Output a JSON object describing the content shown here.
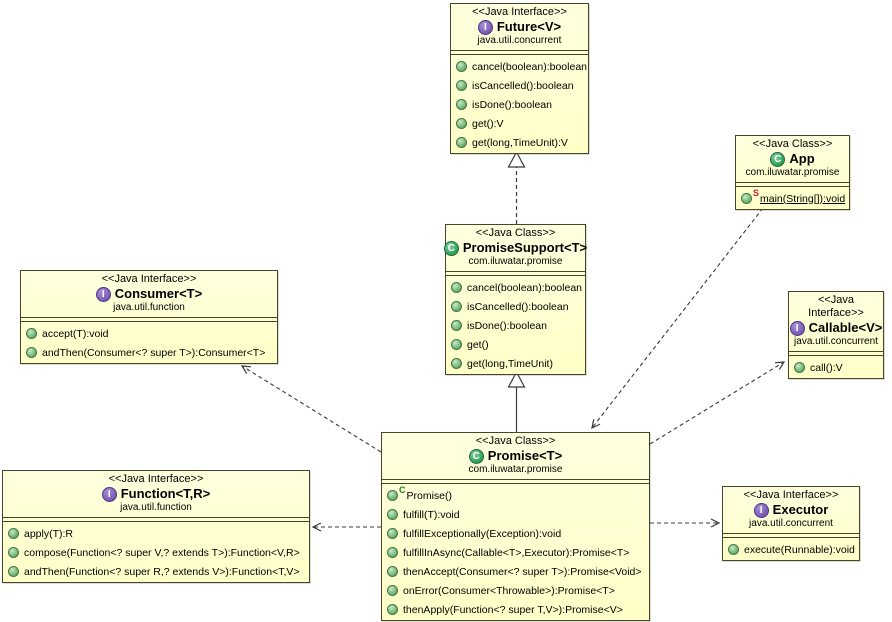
{
  "classes": {
    "future": {
      "stereotype": "<<Java Interface>>",
      "icon": "I",
      "name": "Future<V>",
      "package": "java.util.concurrent",
      "methods": [
        {
          "label": "cancel(boolean):boolean"
        },
        {
          "label": "isCancelled():boolean"
        },
        {
          "label": "isDone():boolean"
        },
        {
          "label": "get():V"
        },
        {
          "label": "get(long,TimeUnit):V"
        }
      ]
    },
    "app": {
      "stereotype": "<<Java Class>>",
      "icon": "C",
      "name": "App",
      "package": "com.iluwatar.promise",
      "methods": [
        {
          "label": "main(String[]):void",
          "sup": "S",
          "modifier": "static"
        }
      ]
    },
    "promise_support": {
      "stereotype": "<<Java Class>>",
      "icon": "C",
      "name": "PromiseSupport<T>",
      "package": "com.iluwatar.promise",
      "methods": [
        {
          "label": "cancel(boolean):boolean"
        },
        {
          "label": "isCancelled():boolean"
        },
        {
          "label": "isDone():boolean"
        },
        {
          "label": "get()"
        },
        {
          "label": "get(long,TimeUnit)"
        }
      ]
    },
    "consumer": {
      "stereotype": "<<Java Interface>>",
      "icon": "I",
      "name": "Consumer<T>",
      "package": "java.util.function",
      "methods": [
        {
          "label": "accept(T):void"
        },
        {
          "label": "andThen(Consumer<? super T>):Consumer<T>"
        }
      ]
    },
    "callable": {
      "stereotype": "<<Java Interface>>",
      "icon": "I",
      "name": "Callable<V>",
      "package": "java.util.concurrent",
      "methods": [
        {
          "label": "call():V"
        }
      ]
    },
    "promise": {
      "stereotype": "<<Java Class>>",
      "icon": "C",
      "name": "Promise<T>",
      "package": "com.iluwatar.promise",
      "methods": [
        {
          "label": "Promise()",
          "sup": "C",
          "modifier": "constructor"
        },
        {
          "label": "fulfill(T):void"
        },
        {
          "label": "fulfillExceptionally(Exception):void"
        },
        {
          "label": "fulfillInAsync(Callable<T>,Executor):Promise<T>"
        },
        {
          "label": "thenAccept(Consumer<? super T>):Promise<Void>"
        },
        {
          "label": "onError(Consumer<Throwable>):Promise<T>"
        },
        {
          "label": "thenApply(Function<? super T,V>):Promise<V>"
        }
      ]
    },
    "function": {
      "stereotype": "<<Java Interface>>",
      "icon": "I",
      "name": "Function<T,R>",
      "package": "java.util.function",
      "methods": [
        {
          "label": "apply(T):R"
        },
        {
          "label": "compose(Function<? super V,? extends T>):Function<V,R>"
        },
        {
          "label": "andThen(Function<? super R,? extends V>):Function<T,V>"
        }
      ]
    },
    "executor": {
      "stereotype": "<<Java Interface>>",
      "icon": "I",
      "name": "Executor",
      "package": "java.util.concurrent",
      "methods": [
        {
          "label": "execute(Runnable):void"
        }
      ]
    }
  },
  "relationships": [
    {
      "from": "PromiseSupport<T>",
      "to": "Future<V>",
      "type": "realization"
    },
    {
      "from": "Promise<T>",
      "to": "PromiseSupport<T>",
      "type": "generalization"
    },
    {
      "from": "Promise<T>",
      "to": "Consumer<T>",
      "type": "dependency"
    },
    {
      "from": "Promise<T>",
      "to": "Callable<V>",
      "type": "dependency"
    },
    {
      "from": "Promise<T>",
      "to": "Function<T,R>",
      "type": "dependency"
    },
    {
      "from": "Promise<T>",
      "to": "Executor",
      "type": "dependency"
    },
    {
      "from": "App",
      "to": "Promise<T>",
      "type": "dependency"
    }
  ],
  "colors": {
    "box_fill": "#ffffcc",
    "box_border": "#45452a",
    "interface_icon": "#7a5ab5",
    "class_icon": "#2f9e57",
    "method_bullet": "#6aad6e",
    "static_marker": "#cc2244",
    "constructor_marker": "#1e7d1e"
  }
}
